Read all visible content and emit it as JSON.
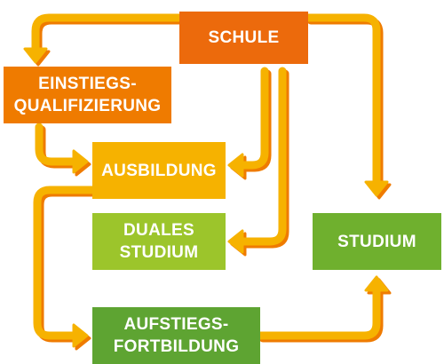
{
  "nodes": {
    "schule": "SCHULE",
    "einstiegs": [
      "EINSTIEGS-",
      "QUALIFIZIERUNG"
    ],
    "ausbildung": "AUSBILDUNG",
    "duales": [
      "DUALES",
      "STUDIUM"
    ],
    "studium": "STUDIUM",
    "aufstiegs": [
      "AUFSTIEGS-",
      "FORTBILDUNG"
    ]
  },
  "edges": [
    {
      "from": "schule",
      "to": "einstiegs"
    },
    {
      "from": "schule",
      "to": "studium"
    },
    {
      "from": "schule",
      "to": "ausbildung"
    },
    {
      "from": "schule",
      "to": "duales"
    },
    {
      "from": "einstiegs",
      "to": "ausbildung"
    },
    {
      "from": "ausbildung",
      "to": "aufstiegs"
    },
    {
      "from": "aufstiegs",
      "to": "studium"
    }
  ],
  "colors": {
    "arrow_fill": "#f6b200",
    "arrow_shadow": "#ef7b00",
    "schule": "#ec6a0c",
    "einstiegs": "#ef7b00",
    "ausbildung": "#f6b200",
    "duales": "#9cc52b",
    "studium": "#6fb02e",
    "aufstiegs": "#5ea432"
  }
}
